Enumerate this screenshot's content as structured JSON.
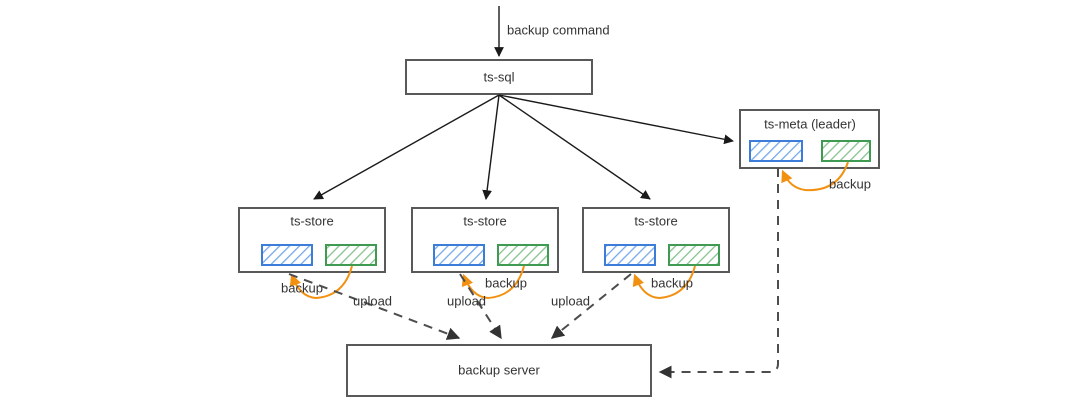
{
  "diagram": {
    "title": "backup architecture flow",
    "colors": {
      "box_stroke": "#595959",
      "text": "#333333",
      "solid_arrow": "#1a1a1a",
      "dashed_arrow": "#4d4d4d",
      "orange_arrow": "#f29111",
      "shard_blue_stroke": "#3b7dd8",
      "shard_blue_fill": "#dce9f9",
      "shard_green_stroke": "#3f9a52",
      "shard_green_fill": "#dff0e0",
      "background": "#ffffff"
    },
    "nodes": {
      "ts_sql": {
        "label": "ts-sql"
      },
      "ts_meta": {
        "label": "ts-meta  (leader)"
      },
      "ts_store_1": {
        "label": "ts-store"
      },
      "ts_store_2": {
        "label": "ts-store"
      },
      "ts_store_3": {
        "label": "ts-store"
      },
      "backup_server": {
        "label": "backup server"
      }
    },
    "edge_labels": {
      "backup_command": "backup command",
      "backup_meta": "backup",
      "backup_store_1": "backup",
      "backup_store_2": "backup",
      "backup_store_3": "backup",
      "upload_1": "upload",
      "upload_2": "upload",
      "upload_3": "upload"
    }
  }
}
